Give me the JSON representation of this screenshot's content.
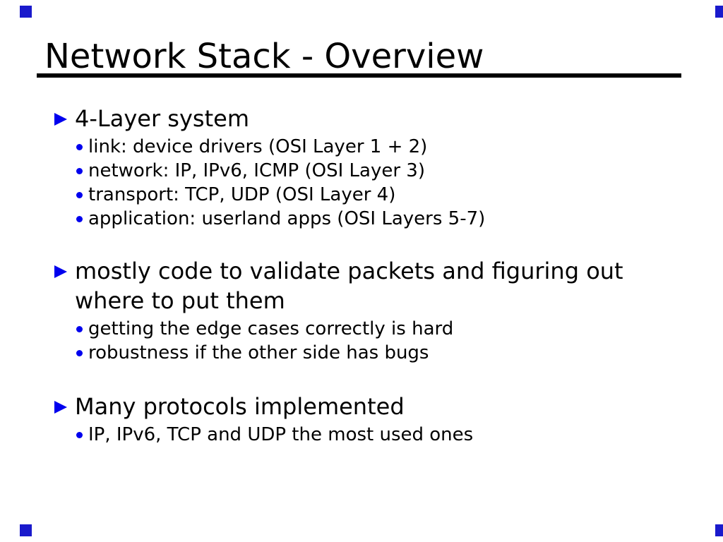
{
  "slide": {
    "title": "Network Stack - Overview",
    "colors": {
      "bullet_blue": "#0000ee",
      "corner_marker_blue": "#1a1acc",
      "text": "#000000",
      "background": "#ffffff",
      "title_rule": "#000000"
    },
    "icons": {
      "level1_bullet": "triangle-right",
      "level2_bullet": "dot"
    },
    "bullets": [
      {
        "text": "4-Layer system",
        "sub": [
          "link: device drivers (OSI Layer 1 + 2)",
          "network: IP, IPv6, ICMP (OSI Layer 3)",
          "transport: TCP, UDP (OSI Layer 4)",
          "application: userland apps (OSI Layers 5-7)"
        ]
      },
      {
        "text": "mostly code to validate packets and figuring out\nwhere to put them",
        "sub": [
          "getting the edge cases correctly is hard",
          "robustness if the other side has bugs"
        ]
      },
      {
        "text": "Many protocols implemented",
        "sub": [
          "IP, IPv6, TCP and UDP the most used ones"
        ]
      }
    ]
  }
}
